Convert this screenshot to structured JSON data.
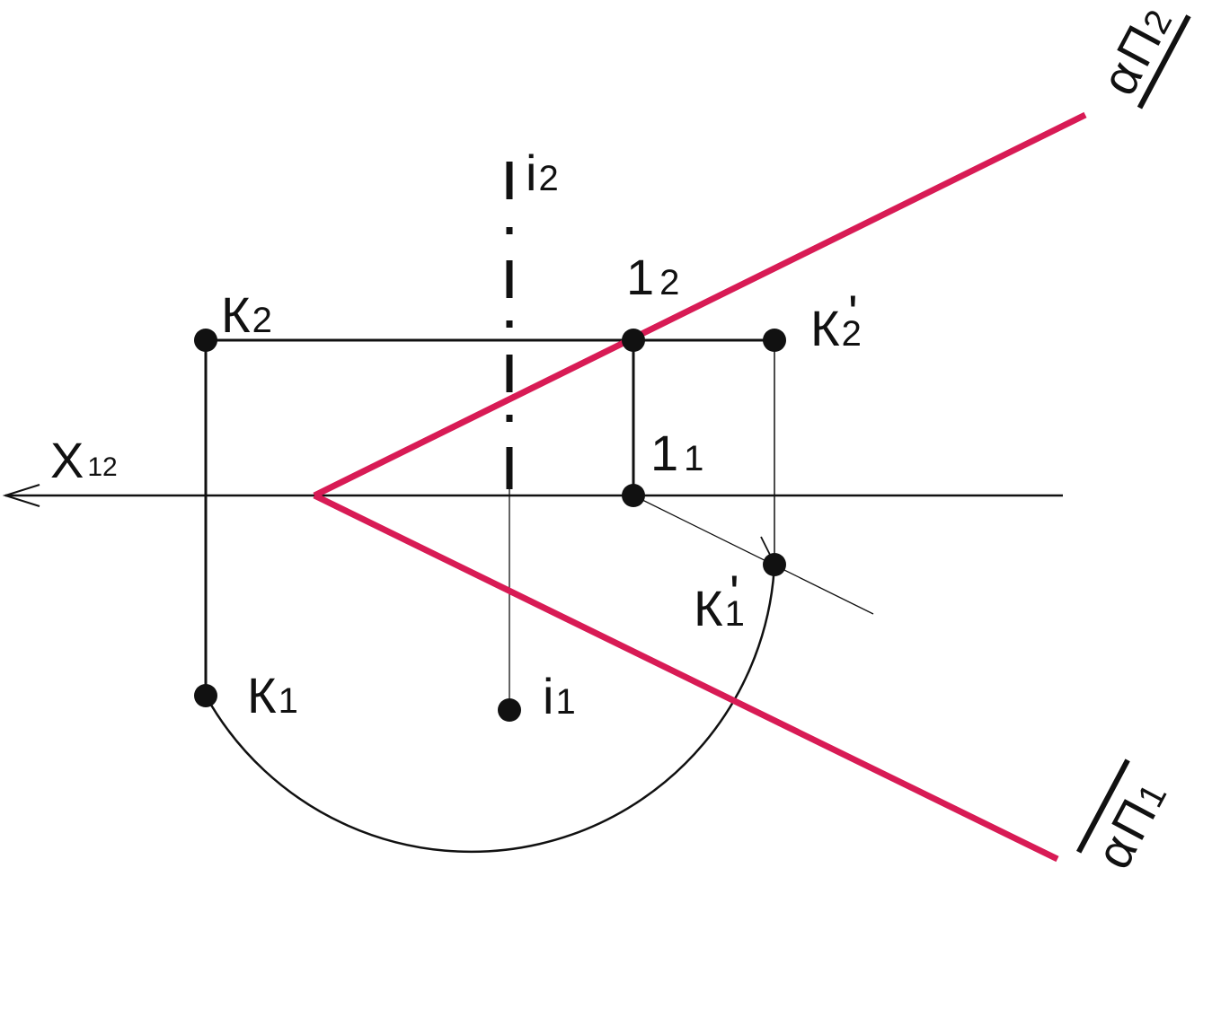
{
  "colors": {
    "trace": "#d81b55",
    "ink": "#111111",
    "background": "#ffffff"
  },
  "axis": {
    "name": "X",
    "sub": "12"
  },
  "axis_of_rotation": {
    "front": {
      "name": "i",
      "sub": "2"
    },
    "top": {
      "name": "i",
      "sub": "1"
    }
  },
  "points": {
    "K2": {
      "name": "К",
      "sub": "2"
    },
    "K1": {
      "name": "К",
      "sub": "1"
    },
    "P12": {
      "name": "1",
      "sub": "2"
    },
    "P11": {
      "name": "1",
      "sub": "1"
    },
    "K2p": {
      "name": "К",
      "sub": "2",
      "prime": "'"
    },
    "K1p": {
      "name": "К",
      "sub": "1",
      "prime": "'"
    }
  },
  "traces": {
    "front": {
      "greek": "α",
      "plane": "Π",
      "sub": "2"
    },
    "top": {
      "greek": "α",
      "plane": "Π",
      "sub": "1"
    }
  }
}
